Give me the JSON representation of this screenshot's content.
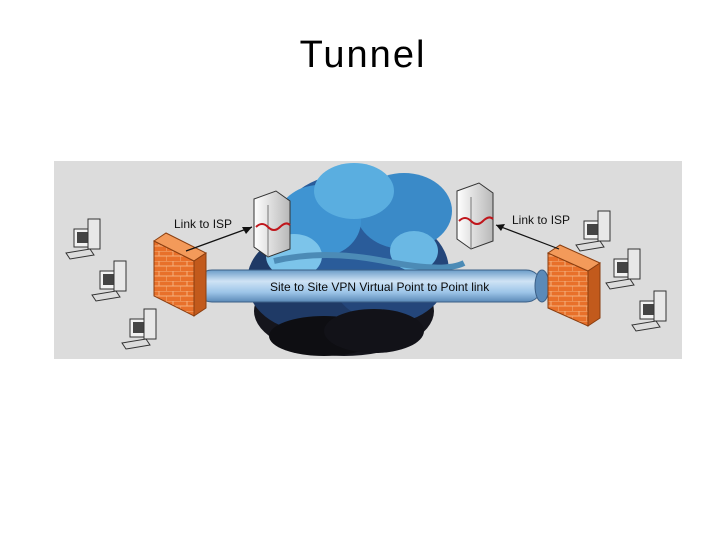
{
  "slide": {
    "title": "Tunnel"
  },
  "diagram": {
    "left_link_label": "Link to ISP",
    "right_link_label": "Link to ISP",
    "tunnel_label": "Site to Site VPN Virtual Point to Point link",
    "colors": {
      "panel_background": "#dcdcdc",
      "firewall": "#e8702a",
      "tunnel": "#9cc4e8",
      "cloud_dark": "#1a1a24",
      "cloud_blue": "#3a8ac8"
    },
    "icons": [
      "computer-icon",
      "firewall-icon",
      "server-icon",
      "cloud-icon"
    ]
  }
}
